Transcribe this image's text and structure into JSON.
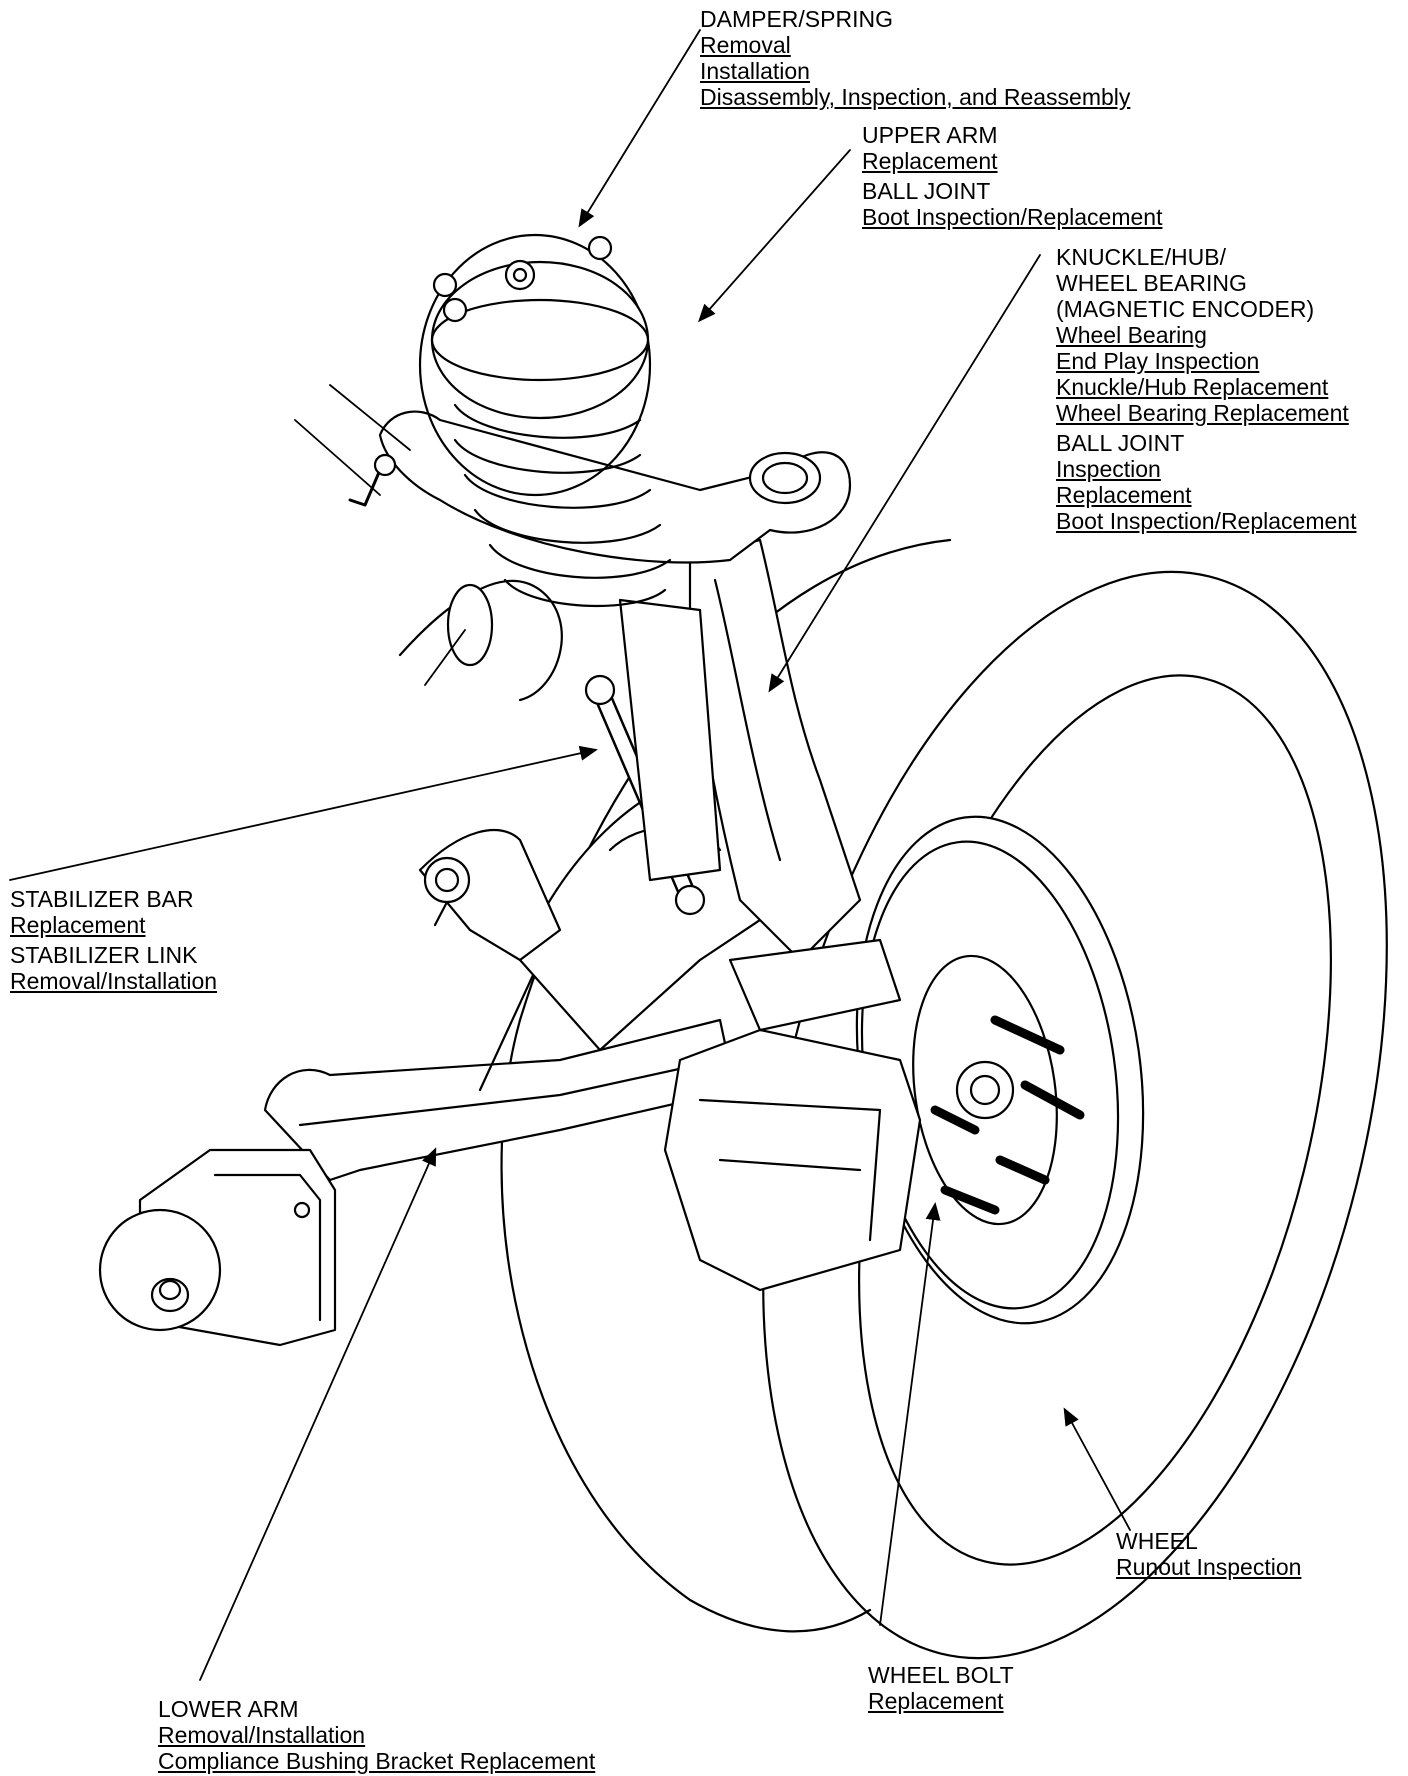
{
  "callouts": {
    "damper": {
      "title": "DAMPER/SPRING",
      "links": [
        "Removal",
        "Installation",
        "Disassembly, Inspection, and Reassembly"
      ]
    },
    "upper_arm": {
      "title": "UPPER ARM",
      "links": [
        "Replacement"
      ]
    },
    "upper_ball_joint": {
      "title": "BALL JOINT",
      "links": [
        "Boot Inspection/Replacement"
      ]
    },
    "knuckle": {
      "title": "KNUCKLE/HUB/",
      "title2": "WHEEL BEARING",
      "title3": "(MAGNETIC ENCODER)",
      "links": [
        "Wheel Bearing ",
        "End Play Inspection",
        "Knuckle/Hub Replacement",
        "Wheel Bearing Replacement"
      ]
    },
    "lower_ball_joint": {
      "title": "BALL JOINT",
      "links": [
        "Inspection",
        "Replacement",
        "Boot Inspection/Replacement"
      ]
    },
    "stabilizer_bar": {
      "title": "STABILIZER BAR",
      "links": [
        "Replacement"
      ]
    },
    "stabilizer_link": {
      "title": "STABILIZER LINK",
      "links": [
        "Removal/Installation"
      ]
    },
    "wheel": {
      "title": "WHEEL",
      "links": [
        "Runout Inspection"
      ]
    },
    "wheel_bolt": {
      "title": "WHEEL BOLT",
      "links": [
        "Replacement"
      ]
    },
    "lower_arm": {
      "title": "LOWER ARM",
      "links": [
        "Removal/Installation",
        "Compliance Bushing Bracket Replacement"
      ]
    }
  },
  "colors": {
    "ink": "#000000",
    "paper": "#ffffff"
  }
}
